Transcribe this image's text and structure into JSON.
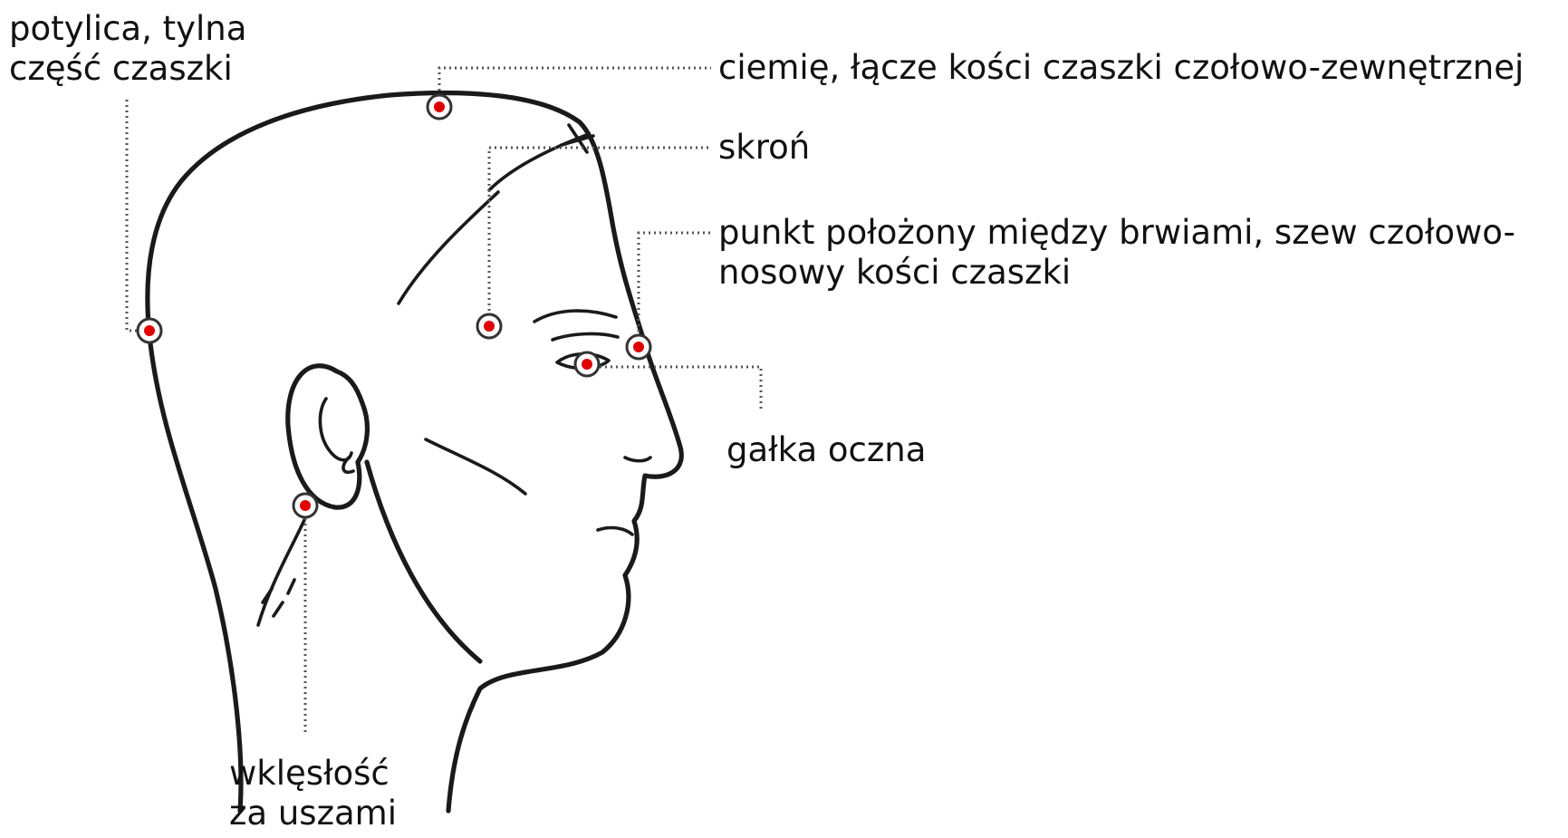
{
  "colors": {
    "background": "#ffffff",
    "text": "#111111",
    "outline": "#1a1a1a",
    "leader": "#555555",
    "point_fill": "#e00000",
    "point_ring": "#ffffff",
    "point_border": "#333333"
  },
  "labels": {
    "occiput": [
      "potylica, tylna",
      "część czaszki"
    ],
    "vertex": [
      "ciemię, łącze kości czaszki czołowo-zewnętrznej"
    ],
    "temple": [
      "skroń"
    ],
    "glabella": [
      "punkt położony między brwiami, szew czołowo-",
      "nosowy kości czaszki"
    ],
    "eyeball": [
      "gałka oczna"
    ],
    "behind_ear": [
      "wklęsłość",
      "za uszami"
    ]
  }
}
